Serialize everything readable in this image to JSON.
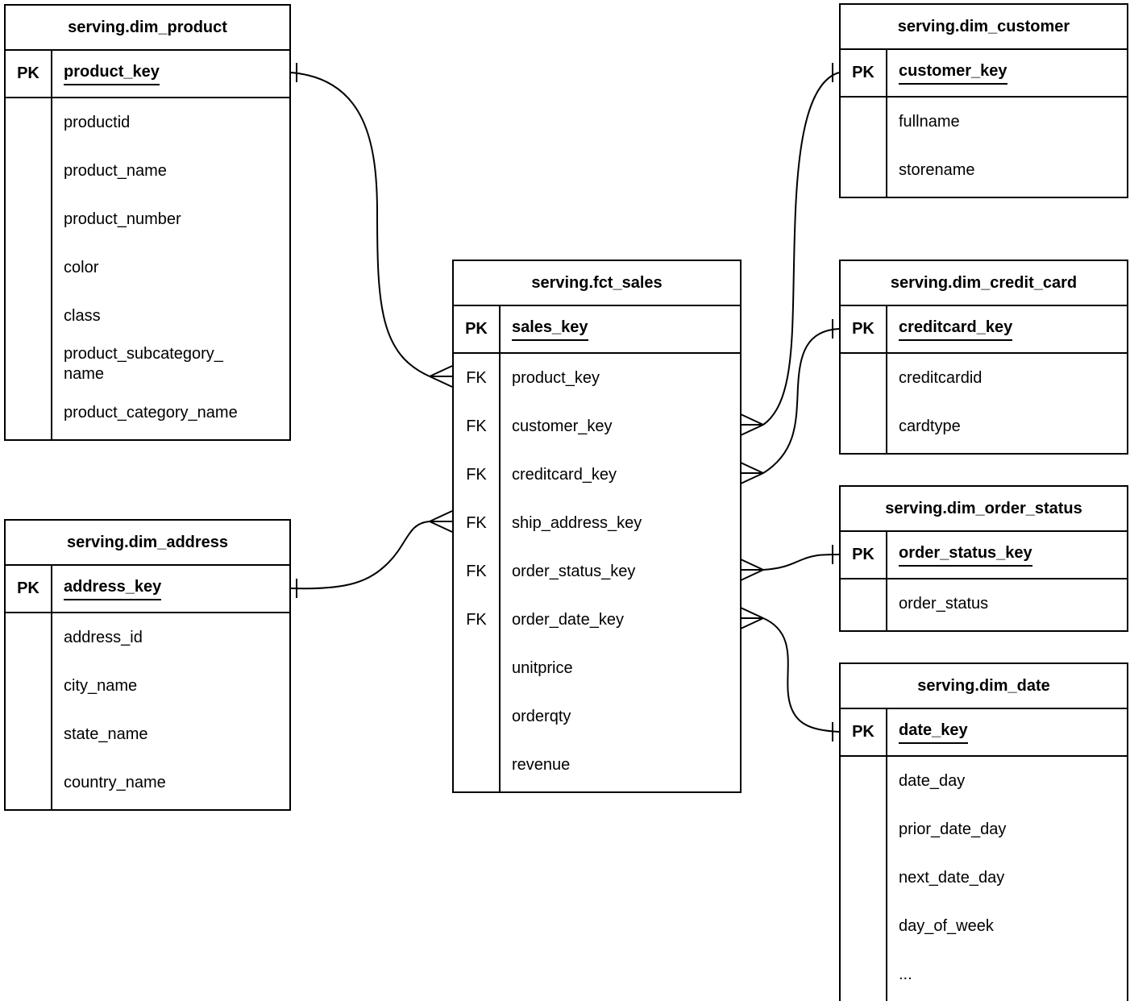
{
  "colors": {
    "background": "#ffffff",
    "line": "#000000",
    "text": "#000000"
  },
  "tables": [
    {
      "id": "fct_sales",
      "title": "serving.fct_sales",
      "primary_key": {
        "label": "PK",
        "name": "sales_key"
      },
      "fields": [
        {
          "label": "FK",
          "name": "product_key"
        },
        {
          "label": "FK",
          "name": "customer_key"
        },
        {
          "label": "FK",
          "name": "creditcard_key"
        },
        {
          "label": "FK",
          "name": "ship_address_key"
        },
        {
          "label": "FK",
          "name": "order_status_key"
        },
        {
          "label": "FK",
          "name": "order_date_key"
        },
        {
          "label": "",
          "name": "unitprice"
        },
        {
          "label": "",
          "name": "orderqty"
        },
        {
          "label": "",
          "name": "revenue"
        }
      ]
    },
    {
      "id": "dim_product",
      "title": "serving.dim_product",
      "primary_key": {
        "label": "PK",
        "name": "product_key"
      },
      "fields": [
        {
          "label": "",
          "name": "productid"
        },
        {
          "label": "",
          "name": "product_name"
        },
        {
          "label": "",
          "name": "product_number"
        },
        {
          "label": "",
          "name": "color"
        },
        {
          "label": "",
          "name": "class"
        },
        {
          "label": "",
          "name": "product_subcategory_\nname"
        },
        {
          "label": "",
          "name": "product_category_name"
        }
      ]
    },
    {
      "id": "dim_address",
      "title": "serving.dim_address",
      "primary_key": {
        "label": "PK",
        "name": "address_key"
      },
      "fields": [
        {
          "label": "",
          "name": "address_id"
        },
        {
          "label": "",
          "name": "city_name"
        },
        {
          "label": "",
          "name": "state_name"
        },
        {
          "label": "",
          "name": "country_name"
        }
      ]
    },
    {
      "id": "dim_customer",
      "title": "serving.dim_customer",
      "primary_key": {
        "label": "PK",
        "name": "customer_key"
      },
      "fields": [
        {
          "label": "",
          "name": "fullname"
        },
        {
          "label": "",
          "name": "storename"
        }
      ]
    },
    {
      "id": "dim_credit_card",
      "title": "serving.dim_credit_card",
      "primary_key": {
        "label": "PK",
        "name": "creditcard_key"
      },
      "fields": [
        {
          "label": "",
          "name": "creditcardid"
        },
        {
          "label": "",
          "name": "cardtype"
        }
      ]
    },
    {
      "id": "dim_order_status",
      "title": "serving.dim_order_status",
      "primary_key": {
        "label": "PK",
        "name": "order_status_key"
      },
      "fields": [
        {
          "label": "",
          "name": "order_status"
        }
      ]
    },
    {
      "id": "dim_date",
      "title": "serving.dim_date",
      "primary_key": {
        "label": "PK",
        "name": "date_key"
      },
      "fields": [
        {
          "label": "",
          "name": "date_day"
        },
        {
          "label": "",
          "name": "prior_date_day"
        },
        {
          "label": "",
          "name": "next_date_day"
        },
        {
          "label": "",
          "name": "day_of_week"
        },
        {
          "label": "",
          "name": "..."
        }
      ]
    }
  ],
  "relationships": [
    {
      "from": "serving.fct_sales.product_key",
      "to": "serving.dim_product.product_key",
      "from_cardinality": "many",
      "to_cardinality": "one"
    },
    {
      "from": "serving.fct_sales.ship_address_key",
      "to": "serving.dim_address.address_key",
      "from_cardinality": "many",
      "to_cardinality": "one"
    },
    {
      "from": "serving.fct_sales.customer_key",
      "to": "serving.dim_customer.customer_key",
      "from_cardinality": "many",
      "to_cardinality": "one"
    },
    {
      "from": "serving.fct_sales.creditcard_key",
      "to": "serving.dim_credit_card.creditcard_key",
      "from_cardinality": "many",
      "to_cardinality": "one"
    },
    {
      "from": "serving.fct_sales.order_status_key",
      "to": "serving.dim_order_status.order_status_key",
      "from_cardinality": "many",
      "to_cardinality": "one"
    },
    {
      "from": "serving.fct_sales.order_date_key",
      "to": "serving.dim_date.date_key",
      "from_cardinality": "many",
      "to_cardinality": "one"
    }
  ]
}
